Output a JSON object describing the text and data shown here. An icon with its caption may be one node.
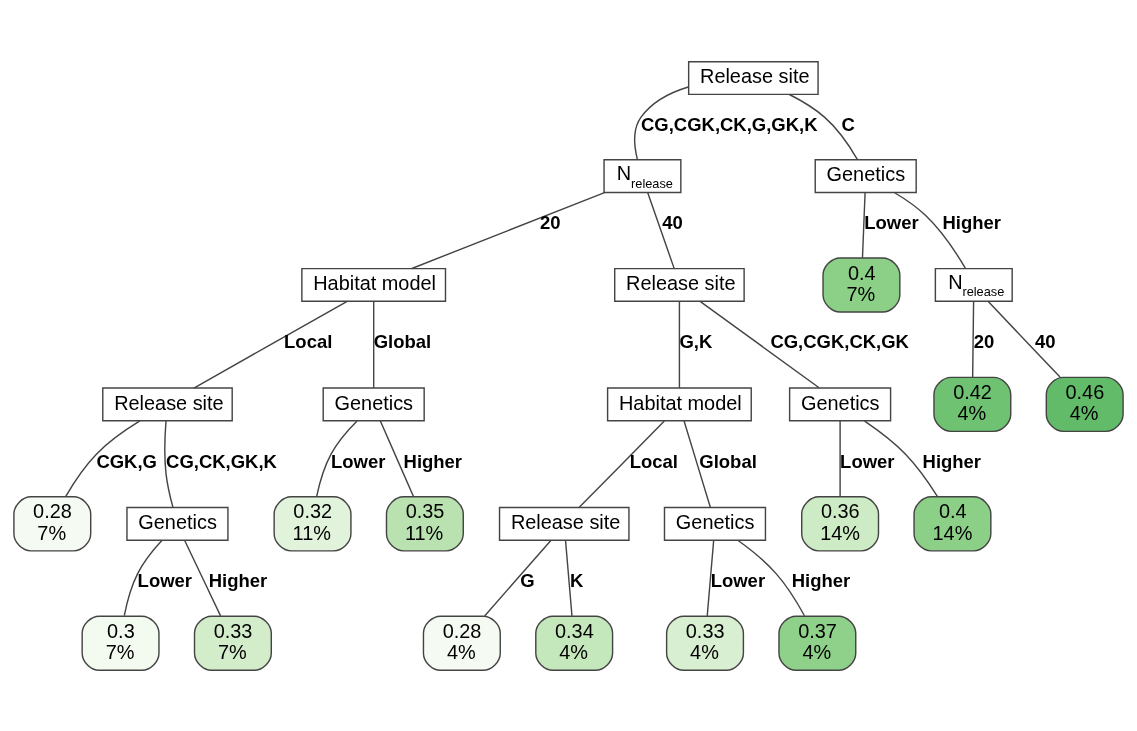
{
  "diagram": {
    "nodes": [
      {
        "text": [
          "Release site"
        ]
      },
      {
        "text": [
          "N$_{release}$"
        ]
      },
      {
        "text": [
          "Genetics"
        ]
      },
      {
        "text": [
          "Habitat model"
        ]
      },
      {
        "text": [
          "Release site"
        ]
      },
      {
        "text": [
          "0.4",
          "7%"
        ]
      },
      {
        "text": [
          "N$_{release}$"
        ]
      },
      {
        "text": [
          "Release site"
        ]
      },
      {
        "text": [
          "Genetics"
        ]
      },
      {
        "text": [
          "Habitat model"
        ]
      },
      {
        "text": [
          "Genetics"
        ]
      },
      {
        "text": [
          "0.42",
          "4%"
        ]
      },
      {
        "text": [
          "0.46",
          "4%"
        ]
      },
      {
        "text": [
          "0.28",
          "7%"
        ]
      },
      {
        "text": [
          "Genetics"
        ]
      },
      {
        "text": [
          "0.32",
          "11%"
        ]
      },
      {
        "text": [
          "0.35",
          "11%"
        ]
      },
      {
        "text": [
          "Release site"
        ]
      },
      {
        "text": [
          "Genetics"
        ]
      },
      {
        "text": [
          "0.36",
          "14%"
        ]
      },
      {
        "text": [
          "0.4",
          "14%"
        ]
      },
      {
        "text": [
          "0.3",
          "7%"
        ]
      },
      {
        "text": [
          "0.33",
          "7%"
        ]
      },
      {
        "text": [
          "0.28",
          "4%"
        ]
      },
      {
        "text": [
          "0.34",
          "4%"
        ]
      },
      {
        "text": [
          "0.33",
          "4%"
        ]
      },
      {
        "text": [
          "0.37",
          "4%"
        ]
      }
    ],
    "edges": [
      {
        "from": 0,
        "to": 1,
        "label": "CG,CGK,CK,G,GK,K",
        "arrow": "none"
      },
      {
        "from": 0,
        "to": 2,
        "label": "C",
        "arrow": "none"
      },
      {
        "from": 1,
        "to": 3,
        "label": "20",
        "arrow": "none"
      },
      {
        "from": 1,
        "to": 4,
        "label": "40",
        "arrow": "none"
      },
      {
        "from": 2,
        "to": 5,
        "label": "Lower",
        "arrow": "none"
      },
      {
        "from": 2,
        "to": 6,
        "label": "Higher",
        "arrow": "none"
      },
      {
        "from": 3,
        "to": 7,
        "label": "Local",
        "arrow": "none"
      },
      {
        "from": 3,
        "to": 8,
        "label": "Global",
        "arrow": "none"
      },
      {
        "from": 4,
        "to": 9,
        "label": "G,K",
        "arrow": "none"
      },
      {
        "from": 4,
        "to": 10,
        "label": "CG,CGK,CK,GK",
        "arrow": "none"
      },
      {
        "from": 6,
        "to": 11,
        "label": "20",
        "arrow": "none"
      },
      {
        "from": 6,
        "to": 12,
        "label": "40",
        "arrow": "none"
      },
      {
        "from": 7,
        "to": 13,
        "label": "CGK,G",
        "arrow": "none"
      },
      {
        "from": 7,
        "to": 14,
        "label": "CG,CK,GK,K",
        "arrow": "none"
      },
      {
        "from": 8,
        "to": 15,
        "label": "Lower",
        "arrow": "none"
      },
      {
        "from": 8,
        "to": 16,
        "label": "Higher",
        "arrow": "none"
      },
      {
        "from": 9,
        "to": 17,
        "label": "Local",
        "arrow": "none"
      },
      {
        "from": 9,
        "to": 18,
        "label": "Global",
        "arrow": "none"
      },
      {
        "from": 10,
        "to": 19,
        "label": "Lower",
        "arrow": "none"
      },
      {
        "from": 10,
        "to": 20,
        "label": "Higher",
        "arrow": "none"
      },
      {
        "from": 14,
        "to": 21,
        "label": "Lower",
        "arrow": "none"
      },
      {
        "from": 14,
        "to": 22,
        "label": "Higher",
        "arrow": "none"
      },
      {
        "from": 17,
        "to": 23,
        "label": "G",
        "arrow": "none"
      },
      {
        "from": 17,
        "to": 24,
        "label": "K",
        "arrow": "none"
      },
      {
        "from": 18,
        "to": 25,
        "label": "Lower",
        "arrow": "none"
      },
      {
        "from": 18,
        "to": 26,
        "label": "Higher",
        "arrow": "none"
      }
    ]
  }
}
